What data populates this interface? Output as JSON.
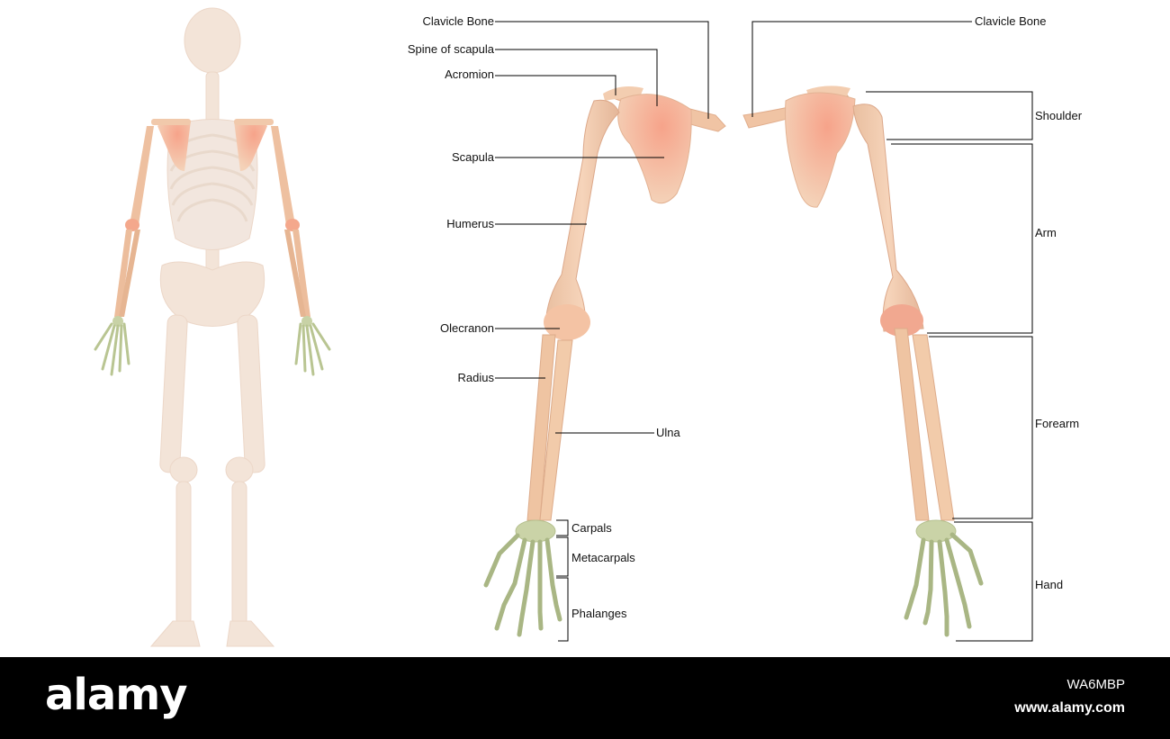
{
  "labels": {
    "clavicle_left": "Clavicle Bone",
    "spine_of_scapula": "Spine of scapula",
    "acromion": "Acromion",
    "scapula": "Scapula",
    "humerus": "Humerus",
    "olecranon": "Olecranon",
    "radius": "Radius",
    "ulna": "Ulna",
    "carpals": "Carpals",
    "metacarpals": "Metacarpals",
    "phalanges": "Phalanges",
    "clavicle_right": "Clavicle Bone",
    "shoulder": "Shoulder",
    "arm": "Arm",
    "forearm": "Forearm",
    "hand": "Hand"
  },
  "watermark": {
    "logo": "alamy",
    "image_id": "www.alamy.com",
    "stock_id": "WA6MBP"
  },
  "colors": {
    "bone": "#f0c8a8",
    "bone_highlight": "#f59a80",
    "hand_bone": "#c9d0a6",
    "skeleton_faded": "#f3e2d6",
    "leader_line": "#000000"
  }
}
